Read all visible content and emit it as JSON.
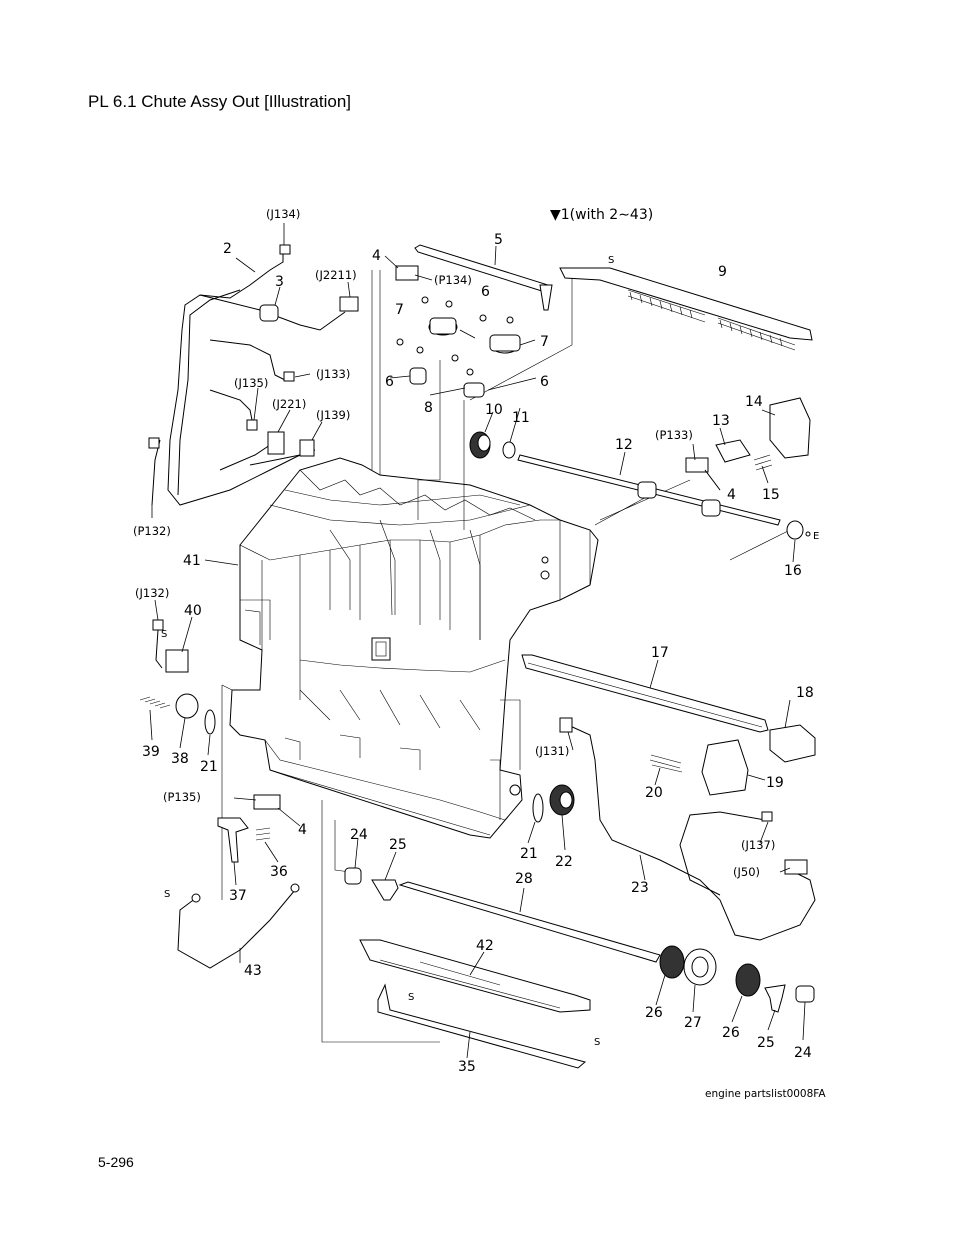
{
  "header": {
    "title": "PL 6.1  Chute Assy Out  [Illustration]"
  },
  "footer": {
    "page_number": "5-296",
    "figure_id": "engine partslist0008FA"
  },
  "assembly_note": "▼1(with 2∼43)",
  "callouts": {
    "c2": "2",
    "c3": "3",
    "c4a": "4",
    "c5": "5",
    "c6a": "6",
    "c7a": "7",
    "c7b": "7",
    "c6b": "6",
    "c6c": "6",
    "c8": "8",
    "c9": "9",
    "c10": "10",
    "c11": "11",
    "c12": "12",
    "c13": "13",
    "c14": "14",
    "c4b": "4",
    "c15": "15",
    "c16": "16",
    "c41": "41",
    "c40": "40",
    "c17": "17",
    "c18": "18",
    "c39": "39",
    "c38": "38",
    "c21a": "21",
    "c20": "20",
    "c19": "19",
    "c4c": "4",
    "c36": "36",
    "c37": "37",
    "c24a": "24",
    "c25a": "25",
    "c21b": "21",
    "c22": "22",
    "c23": "23",
    "c28": "28",
    "c43": "43",
    "c42": "42",
    "c26a": "26",
    "c27": "27",
    "c26b": "26",
    "c25b": "25",
    "c24b": "24",
    "c35": "35"
  },
  "connectors": {
    "j134": "(J134)",
    "j2211": "(J2211)",
    "p134": "(P134)",
    "j133": "(J133)",
    "j135": "(J135)",
    "j221": "(J221)",
    "j139": "(J139)",
    "p133": "(P133)",
    "p132": "(P132)",
    "j132": "(J132)",
    "p135": "(P135)",
    "j131": "(J131)",
    "j137": "(J137)",
    "j50": "(J50)"
  },
  "markers": {
    "s1": "S",
    "s2": "S",
    "s3": "S",
    "s4": "S",
    "s5": "S",
    "e1": "E"
  }
}
